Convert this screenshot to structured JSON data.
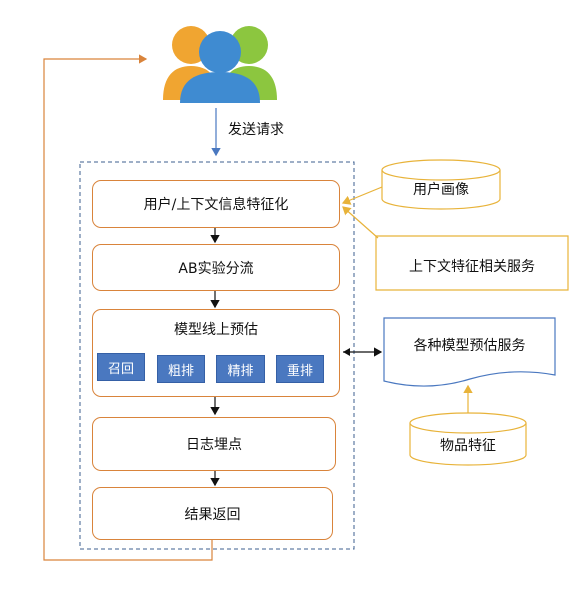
{
  "request_label": "发送请求",
  "pipeline": {
    "step1": "用户/上下文信息特征化",
    "step2": "AB实验分流",
    "step3": {
      "title": "模型线上预估",
      "stages": [
        "召回",
        "粗排",
        "精排",
        "重排"
      ]
    },
    "step4": "日志埋点",
    "step5": "结果返回"
  },
  "services": {
    "user_profile": "用户画像",
    "context_feature": "上下文特征相关服务",
    "model_service": "各种模型预估服务",
    "item_feature": "物品特征"
  },
  "colors": {
    "orange_border": "#d9843b",
    "blue_stage": "#4a78c0",
    "yellow_border": "#e8b33a",
    "dashed_border": "#3d5f8f"
  },
  "icons": {
    "users": "users-group-icon"
  }
}
